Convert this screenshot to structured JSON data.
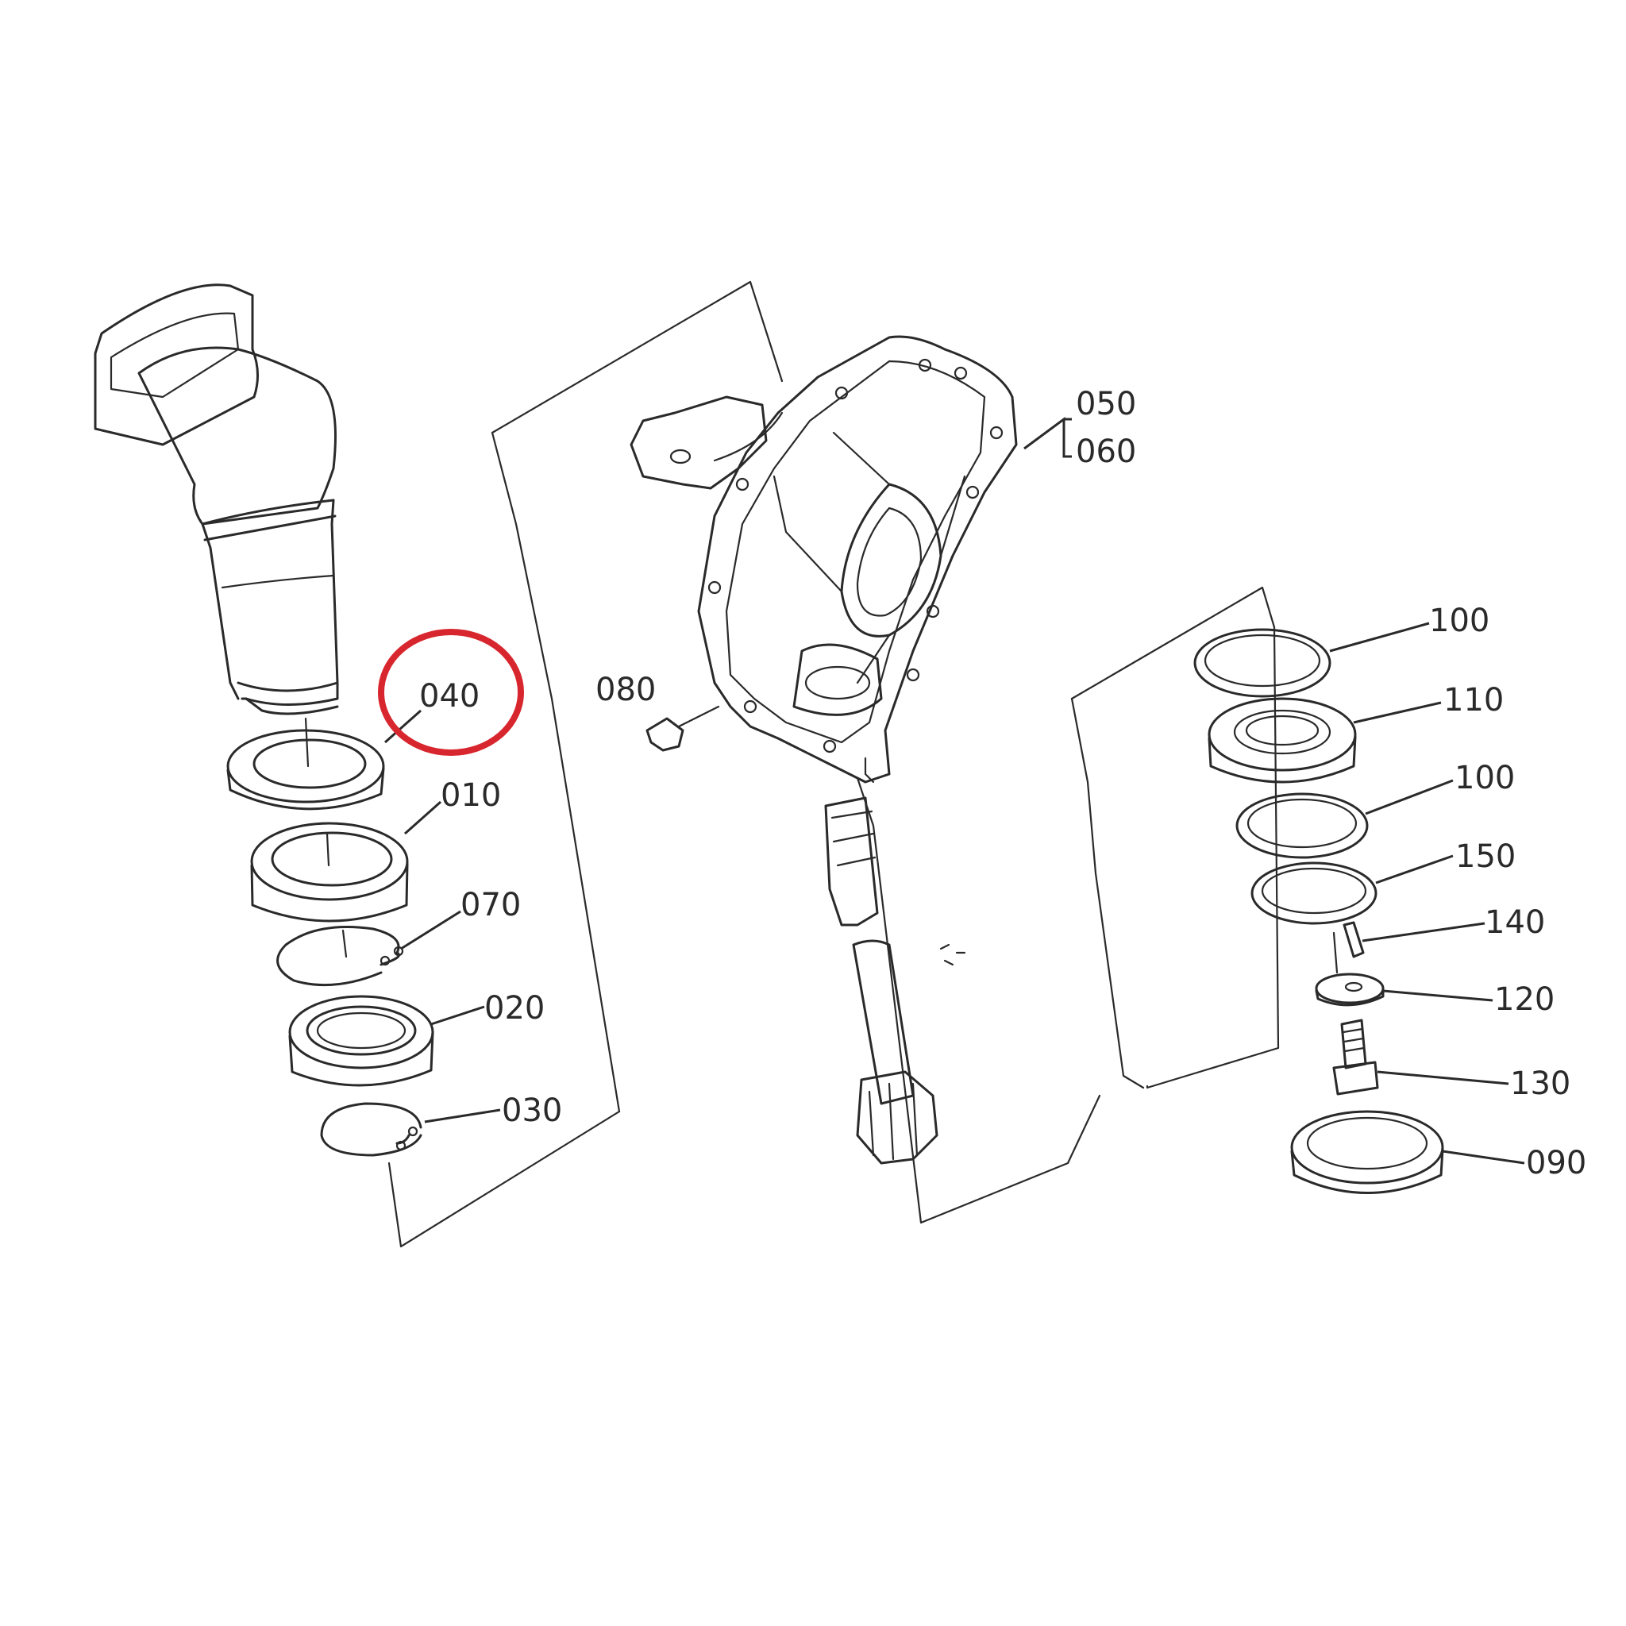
{
  "labels": {
    "p010": "010",
    "p020": "020",
    "p030": "030",
    "p040": "040",
    "p050": "050",
    "p060": "060",
    "p070": "070",
    "p080": "080",
    "p090": "090",
    "p100a": "100",
    "p100b": "100",
    "p110": "110",
    "p120": "120",
    "p130": "130",
    "p140": "140",
    "p150": "150"
  },
  "highlight": {
    "part": "040",
    "color": "#d8262e"
  },
  "colors": {
    "line": "#2a2a2a",
    "background": "#ffffff"
  }
}
